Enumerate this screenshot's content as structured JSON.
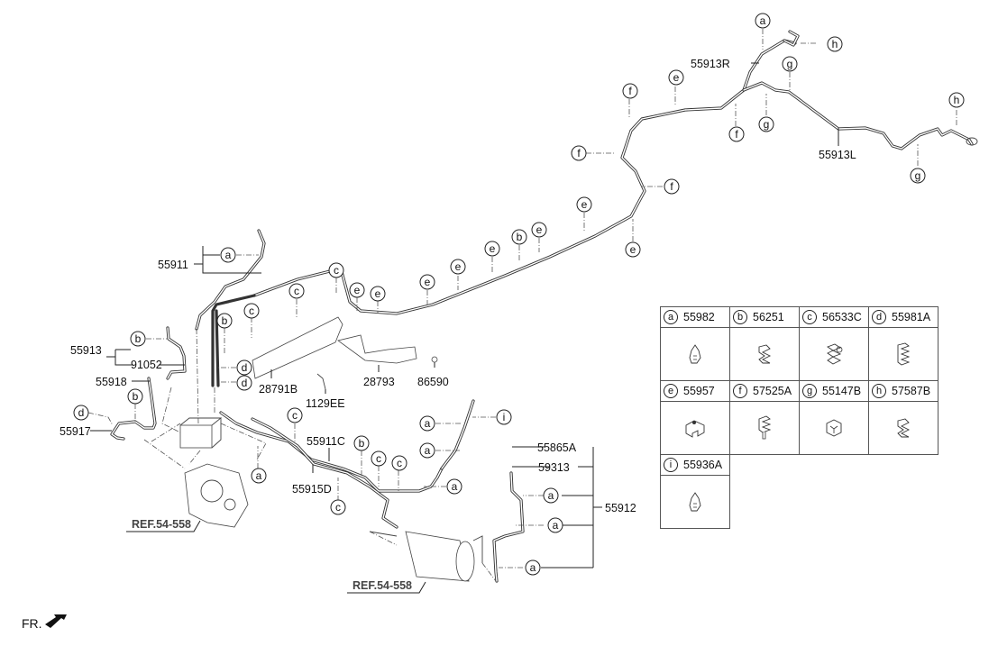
{
  "diagram": {
    "type": "parts-exploded-view",
    "subject": "Brake tube / line routing",
    "part_labels": {
      "p55911": "55911",
      "p55913": "55913",
      "p91052": "91052",
      "p55918": "55918",
      "p55917": "55917",
      "p28791B": "28791B",
      "p1129EE": "1129EE",
      "p28793": "28793",
      "p86590": "86590",
      "p55911C": "55911C",
      "p55915D": "55915D",
      "p55865A": "55865A",
      "p59313": "59313",
      "p55912": "55912",
      "p55913R": "55913R",
      "p55913L": "55913L"
    },
    "references": {
      "ref1": "REF.54-558",
      "ref2": "REF.54-558"
    },
    "callout_letters": {
      "a": "a",
      "b": "b",
      "c": "c",
      "d": "d",
      "e": "e",
      "f": "f",
      "g": "g",
      "h": "h",
      "i": "i"
    },
    "direction_indicator": "FR."
  },
  "legend": {
    "rows": [
      [
        {
          "letter": "a",
          "part": "55982",
          "icon": "clip-pin-icon"
        },
        {
          "letter": "b",
          "part": "56251",
          "icon": "double-clip-icon"
        },
        {
          "letter": "c",
          "part": "56533C",
          "icon": "triple-clip-icon"
        },
        {
          "letter": "d",
          "part": "55981A",
          "icon": "quad-clip-icon"
        }
      ],
      [
        {
          "letter": "e",
          "part": "55957",
          "icon": "bracket-clip-icon"
        },
        {
          "letter": "f",
          "part": "57525A",
          "icon": "stud-clip-icon"
        },
        {
          "letter": "g",
          "part": "55147B",
          "icon": "block-clip-icon"
        },
        {
          "letter": "h",
          "part": "57587B",
          "icon": "double-clip-icon"
        }
      ],
      [
        {
          "letter": "i",
          "part": "55936A",
          "icon": "clip-pin-icon"
        }
      ]
    ]
  }
}
